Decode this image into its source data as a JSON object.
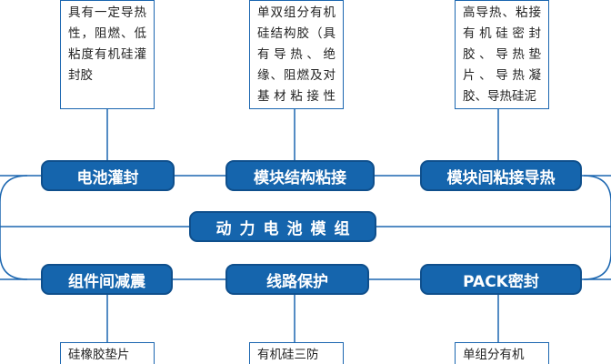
{
  "colors": {
    "accent": "#1565ad",
    "line": "#1b66b0"
  },
  "center_label": "动力电池模组",
  "top_nodes": [
    {
      "label": "电池灌封",
      "desc": "具有一定导热性，阻燃、低粘度有机硅灌封胶"
    },
    {
      "label": "模块结构粘接",
      "desc": "单双组分有机硅结构胶（具有导热、绝缘、阻燃及对基材粘接性能）"
    },
    {
      "label": "模块间粘接导热",
      "desc": "高导热、粘接有机硅密封胶、导热垫片、导热凝胶、导热硅泥"
    }
  ],
  "bottom_nodes": [
    {
      "label": "组件间减震",
      "desc": "硅橡胶垫片"
    },
    {
      "label": "线路保护",
      "desc": "有机硅三防"
    },
    {
      "label": "PACK密封",
      "desc": "单组分有机"
    }
  ]
}
